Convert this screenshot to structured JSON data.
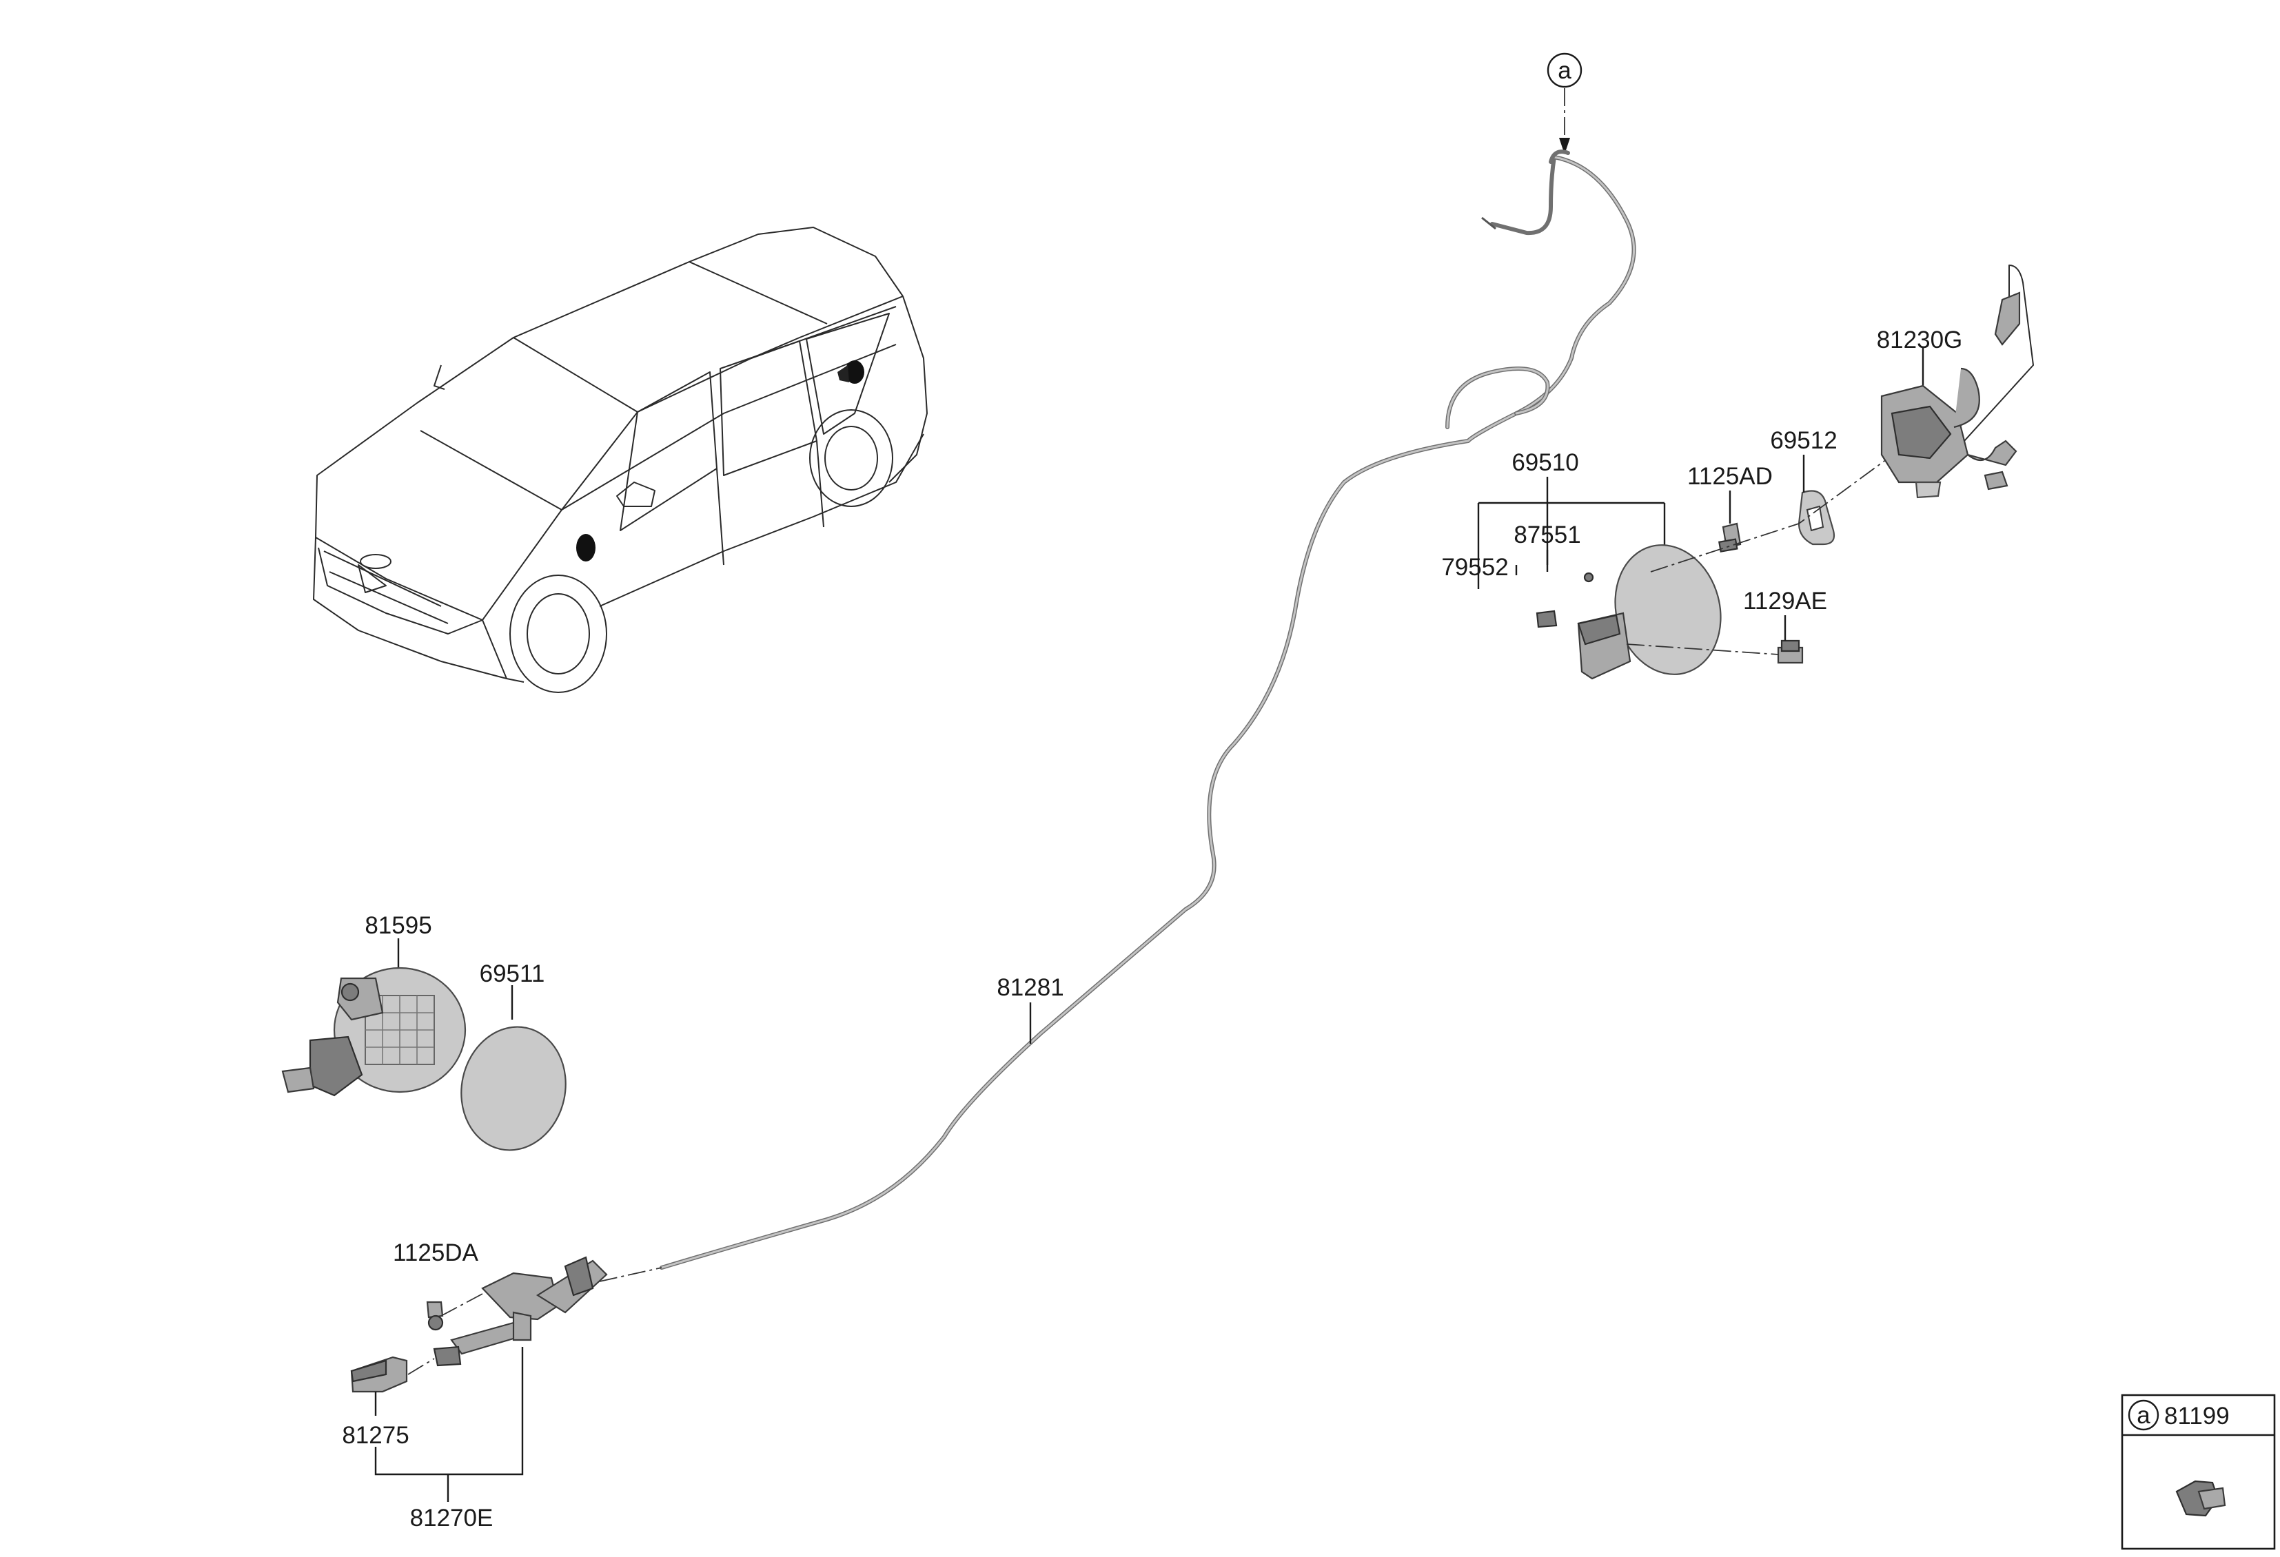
{
  "diagram": {
    "labels": {
      "p69510": "69510",
      "p87551": "87551",
      "p79552": "79552",
      "p1125AD": "1125AD",
      "p69512": "69512",
      "p81230G": "81230G",
      "p1129AE": "1129AE",
      "p81595": "81595",
      "p69511": "69511",
      "p81281": "81281",
      "p1125DA": "1125DA",
      "p81275": "81275",
      "p81270E": "81270E"
    },
    "callout": {
      "letter": "a"
    },
    "inset": {
      "letter": "a",
      "part_number": "81199"
    }
  }
}
